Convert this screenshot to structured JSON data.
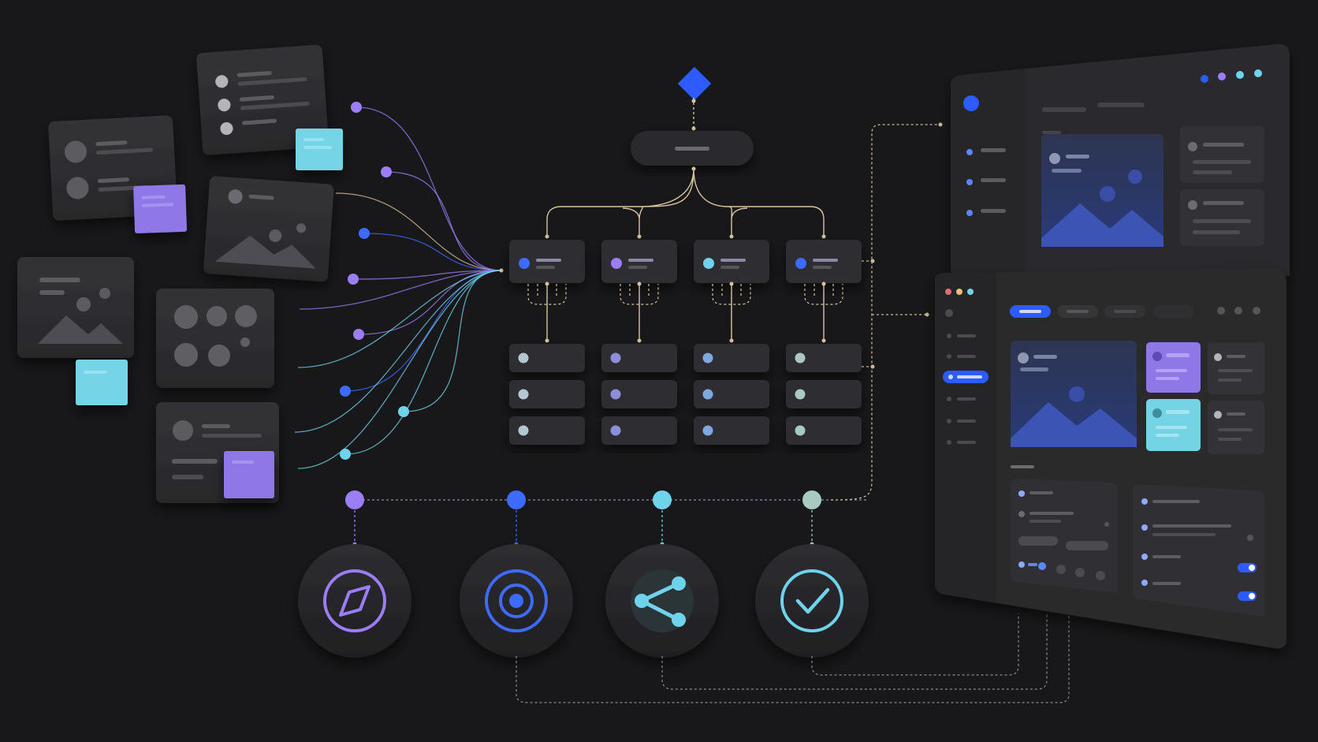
{
  "colors": {
    "background": "#18181a",
    "card": "#2b2b2e",
    "card_light": "#343438",
    "placeholder": "#57575c",
    "placeholder_light": "#6b6b70",
    "violet": "#9b7df5",
    "blue": "#3d6bff",
    "cyan": "#6fd3ec",
    "sage": "#a9c9c3",
    "tan": "#d8c49c",
    "sticky_violet": "#8f77e8",
    "sticky_cyan": "#74d4e6"
  },
  "source_cards": [
    {
      "kind": "avatar-list",
      "sticky": "violet"
    },
    {
      "kind": "bullet-list",
      "sticky": "cyan"
    },
    {
      "kind": "image",
      "sticky": null
    },
    {
      "kind": "image",
      "sticky": "cyan"
    },
    {
      "kind": "dot-grid",
      "sticky": null
    },
    {
      "kind": "avatar-list",
      "sticky": "violet"
    }
  ],
  "pipeline": {
    "trigger_icon": "diamond-icon",
    "root_node": "pill",
    "branches": [
      {
        "accent": "blue",
        "tasks": 3
      },
      {
        "accent": "violet",
        "tasks": 3
      },
      {
        "accent": "cyan",
        "tasks": 3
      },
      {
        "accent": "blue",
        "tasks": 3
      }
    ]
  },
  "stages": [
    {
      "name": "discover",
      "icon": "compass-icon",
      "accent": "violet"
    },
    {
      "name": "focus",
      "icon": "target-icon",
      "accent": "blue"
    },
    {
      "name": "share",
      "icon": "share-icon",
      "accent": "cyan"
    },
    {
      "name": "complete",
      "icon": "check-circle-icon",
      "accent": "sage"
    }
  ],
  "dashboards": [
    {
      "name": "dashboard-back",
      "window_dots": [
        "blue",
        "violet",
        "cyan",
        "cyan"
      ]
    },
    {
      "name": "dashboard-front",
      "window_dots": [
        "#e06c75",
        "#e5c07b",
        "cyan"
      ]
    }
  ]
}
